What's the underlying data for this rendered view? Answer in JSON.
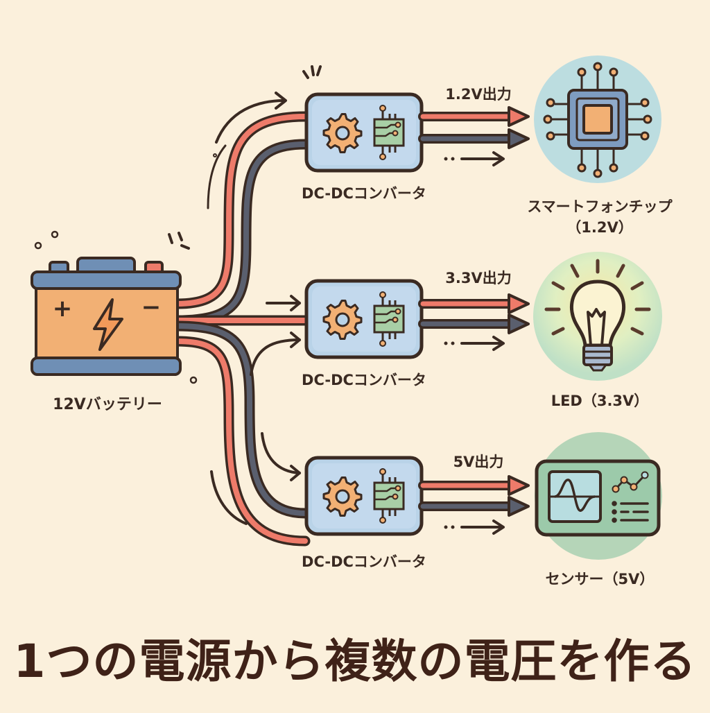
{
  "diagram": {
    "title": "1つの電源から複数の電圧を作る",
    "source": {
      "label": "12Vバッテリー",
      "plus_symbol": "+",
      "minus_symbol": "−",
      "icon": "lightning-bolt-icon"
    },
    "converters": [
      {
        "label": "DC-DCコンバータ",
        "output_label": "1.2V出力",
        "icons": [
          "gear-icon",
          "circuit-chip-icon"
        ]
      },
      {
        "label": "DC-DCコンバータ",
        "output_label": "3.3V出力",
        "icons": [
          "gear-icon",
          "circuit-chip-icon"
        ]
      },
      {
        "label": "DC-DCコンバータ",
        "output_label": "5V出力",
        "icons": [
          "gear-icon",
          "circuit-chip-icon"
        ]
      }
    ],
    "devices": [
      {
        "label_line1": "スマートフォンチップ",
        "label_line2": "（1.2V）",
        "icon": "microchip-icon"
      },
      {
        "label_line1": "LED（3.3V）",
        "icon": "light-bulb-icon"
      },
      {
        "label_line1": "センサー（5V）",
        "icon": "sensor-monitor-icon"
      }
    ],
    "colors": {
      "background": "#fbf0dc",
      "outline": "#3a2a22",
      "wire_positive": "#ee7b6a",
      "wire_negative": "#5a5f6e",
      "battery_body": "#f2b074",
      "battery_cap": "#6f8fb5",
      "converter_body": "#b9d3e8",
      "gear": "#f2b074",
      "chip_board": "#a8cfa6",
      "device_bg_chip": "#bcdde0",
      "device_bg_led": "#d9ebc4",
      "device_bg_sensor": "#b5d5b8"
    }
  }
}
